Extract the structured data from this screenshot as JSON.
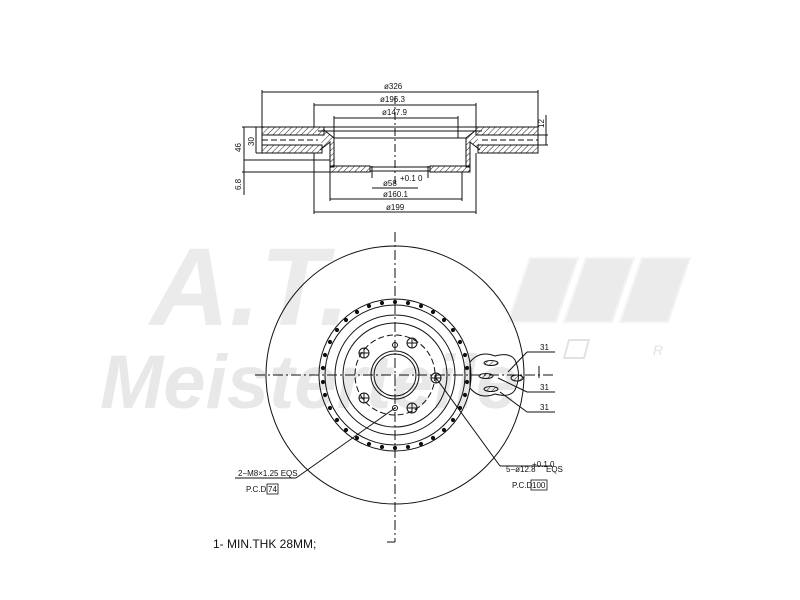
{
  "watermark": {
    "brand_line1": "A.T.",
    "brand_line2": "Meisterteile",
    "registered_mark": "R",
    "color": "#e6e6e6"
  },
  "section_view": {
    "dimensions": {
      "outer_diameter": "ø326",
      "friction_inner_diameter": "ø196.3",
      "hat_top_diameter": "ø147.9",
      "center_bore": "ø58",
      "center_bore_tolerance": "+0.1 0",
      "hat_outer_diameter": "ø160.1",
      "hat_base_diameter": "ø199",
      "disc_thickness": "30",
      "overall_height": "46",
      "hub_thickness": "6.8",
      "vane_gap": "12"
    }
  },
  "front_view": {
    "callouts": {
      "vane_label_1": "31",
      "vane_label_2": "31",
      "vane_label_3": "31",
      "thread_holes": "2−M8×1.25 EQS",
      "thread_pcd_label": "P.C.D",
      "thread_pcd_value": "74",
      "bolt_holes": "5−ø12.8",
      "bolt_holes_tolerance": "+0.1 0",
      "bolt_holes_suffix": "EQS",
      "bolt_pcd_label": "P.C.D",
      "bolt_pcd_value": "100"
    }
  },
  "notes": {
    "note_1": "1- MIN.THK 28MM;"
  },
  "colors": {
    "line": "#111111",
    "hatch": "#222222",
    "background": "#ffffff"
  }
}
